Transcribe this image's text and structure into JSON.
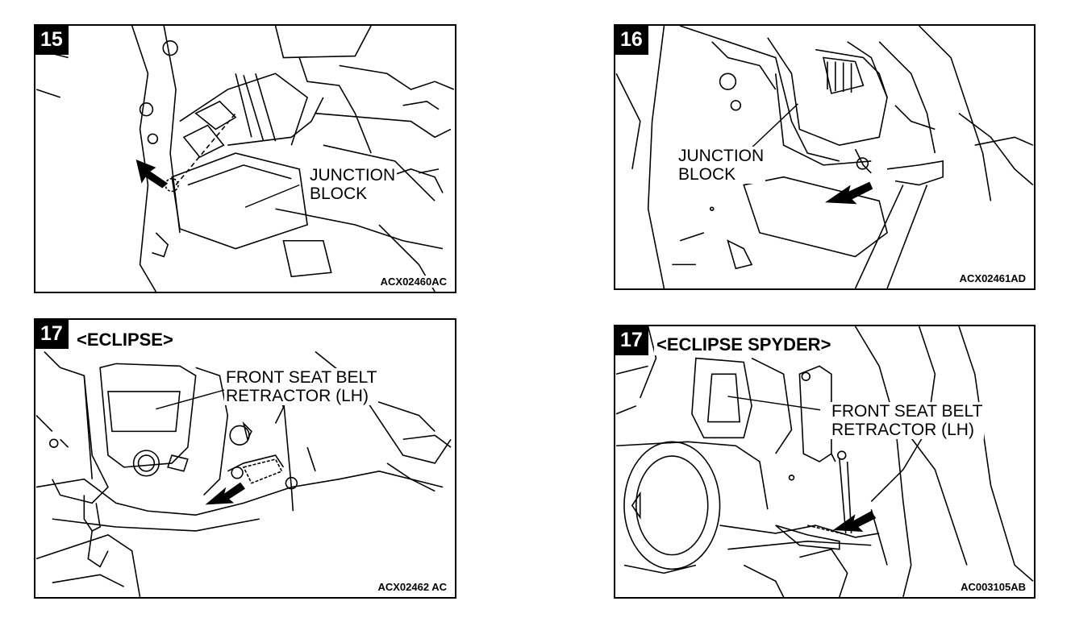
{
  "panels": [
    {
      "step": "15",
      "subtitle": "",
      "labels": [
        "JUNCTION",
        "BLOCK"
      ],
      "code": "ACX02460AC"
    },
    {
      "step": "16",
      "subtitle": "",
      "labels": [
        "JUNCTION",
        "BLOCK"
      ],
      "code": "ACX02461AD"
    },
    {
      "step": "17",
      "subtitle": "<ECLIPSE>",
      "labels": [
        "FRONT SEAT BELT",
        "RETRACTOR (LH)"
      ],
      "code": "ACX02462 AC"
    },
    {
      "step": "17",
      "subtitle": "<ECLIPSE SPYDER>",
      "labels": [
        "FRONT SEAT BELT",
        "RETRACTOR (LH)"
      ],
      "code": "AC003105AB"
    }
  ],
  "colors": {
    "ink": "#000000",
    "paper": "#ffffff"
  }
}
